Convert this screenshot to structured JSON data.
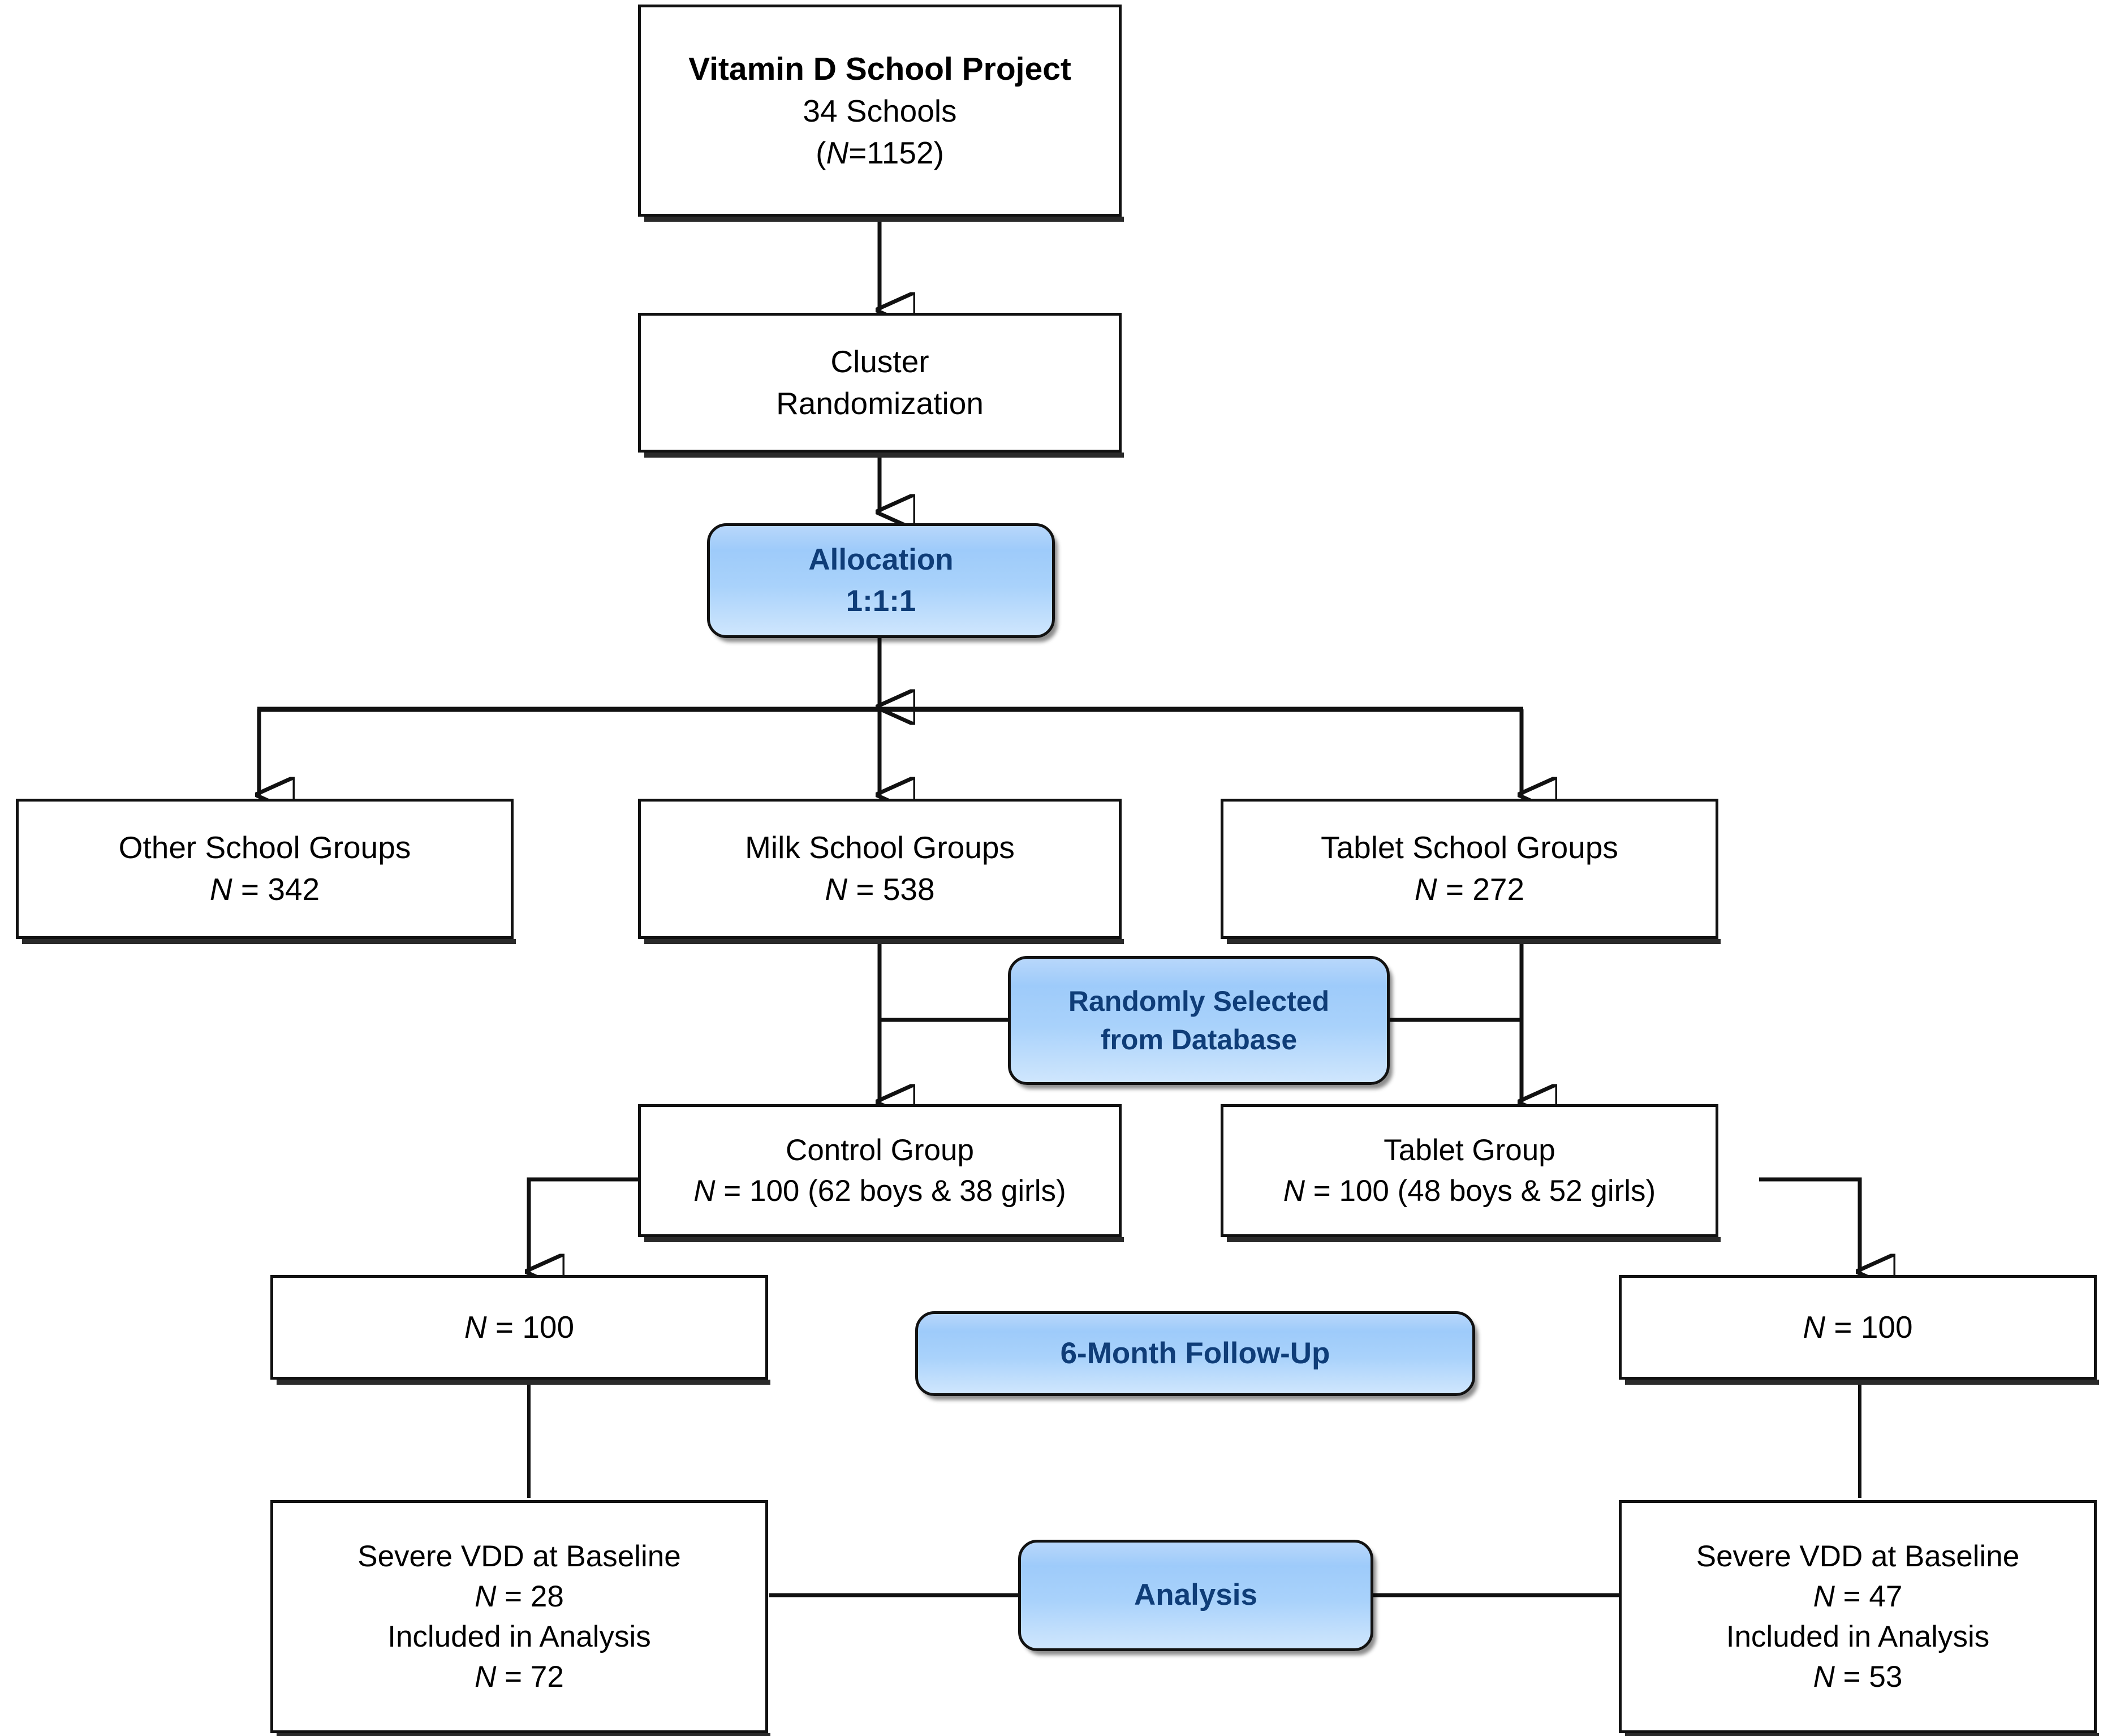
{
  "diagram": {
    "type": "consort-flowchart",
    "accent_color": "#9ecbfa",
    "accent_text_color": "#0f3d78",
    "line_color": "#111111",
    "box_fill": "#ffffff"
  },
  "nodes": {
    "study": {
      "line1": "Vitamin D School Project",
      "line2": "34 Schools",
      "line3_prefix": "(",
      "line3_n": "N",
      "line3_suffix": "=1152)"
    },
    "randomization": {
      "line1": "Cluster",
      "line2": "Randomization"
    },
    "allocation_badge": {
      "line1": "Allocation",
      "line2": "1:1:1"
    },
    "other_school": {
      "line1": "Other School Groups",
      "n_label": "N",
      "n_value": " = 342"
    },
    "milk_school": {
      "line1": "Milk School Groups",
      "n_label": "N",
      "n_value": " = 538"
    },
    "tablet_school": {
      "line1": "Tablet School Groups",
      "n_label": "N",
      "n_value": " = 272"
    },
    "random_select_badge": {
      "line1": "Randomly Selected",
      "line2": "from Database"
    },
    "control_group": {
      "line1": "Control Group",
      "n_label": "N",
      "n_value": " = 100 (62 boys & 38 girls)"
    },
    "tablet_group": {
      "line1": "Tablet Group",
      "n_label": "N",
      "n_value": " = 100 (48 boys & 52 girls)"
    },
    "control_followup": {
      "n_label": "N",
      "n_value": " = 100"
    },
    "tablet_followup": {
      "n_label": "N",
      "n_value": " = 100"
    },
    "followup_badge": {
      "line1": "6-Month Follow-Up"
    },
    "analysis_badge": {
      "line1": "Analysis"
    },
    "control_analysis": {
      "line1": "Severe VDD at Baseline",
      "n1_label": "N",
      "n1_value": " = 28",
      "line3": "Included in Analysis",
      "n2_label": "N",
      "n2_value": " = 72"
    },
    "tablet_analysis": {
      "line1": "Severe VDD at Baseline",
      "n1_label": "N",
      "n1_value": " = 47",
      "line3": "Included in Analysis",
      "n2_label": "N",
      "n2_value": " = 53"
    }
  }
}
